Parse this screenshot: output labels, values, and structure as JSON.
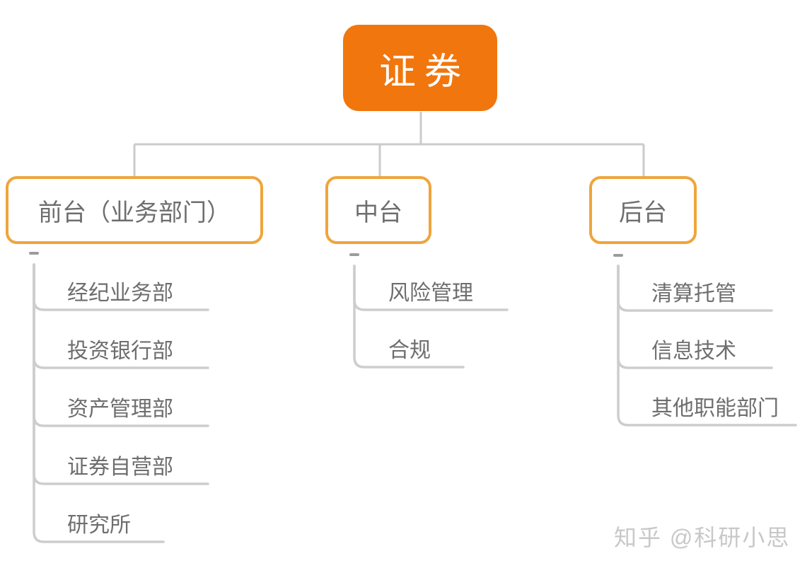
{
  "colors": {
    "root_fill": "#f1760d",
    "branch_border": "#efa53c",
    "connector_line": "#cbcbcb",
    "topic_text": "#6e6e6e",
    "collapse_handle": "#9b9b9b",
    "watermark_text": "#c8c8c8"
  },
  "mindmap": {
    "root": {
      "label": "证券"
    },
    "branches": [
      {
        "label": "前台（业务部门）",
        "collapse_indicator": "-",
        "children": [
          "经纪业务部",
          "投资银行部",
          "资产管理部",
          "证券自营部",
          "研究所"
        ]
      },
      {
        "label": "中台",
        "collapse_indicator": "-",
        "children": [
          "风险管理",
          "合规"
        ]
      },
      {
        "label": "后台",
        "collapse_indicator": "-",
        "children": [
          "清算托管",
          "信息技术",
          "其他职能部门"
        ]
      }
    ]
  },
  "watermark": {
    "text": "知乎 @科研小思"
  }
}
